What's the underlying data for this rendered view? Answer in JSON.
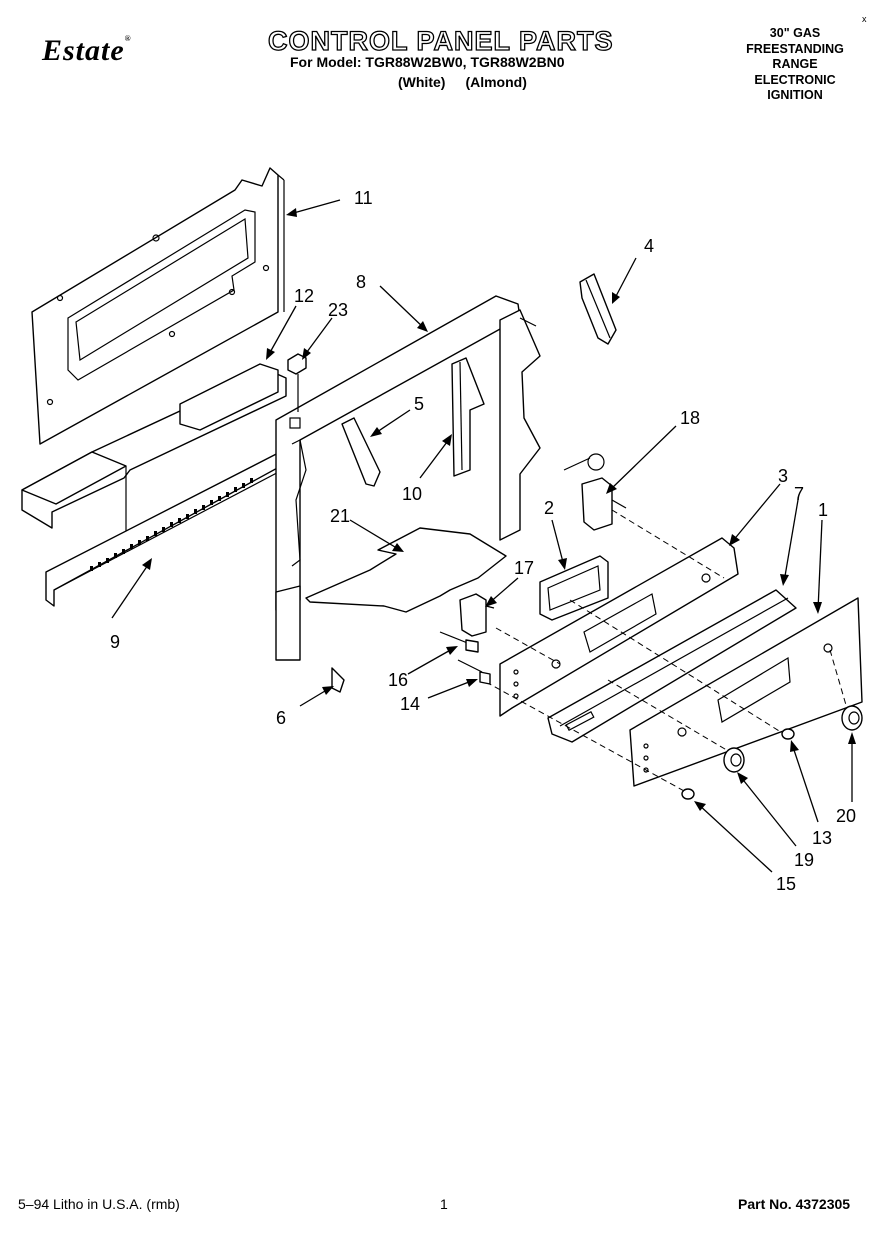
{
  "header": {
    "brand": "Estate",
    "brand_mark": "®",
    "title": "CONTROL PANEL PARTS",
    "models": "For Model: TGR88W2BW0, TGR88W2BN0",
    "color_white": "(White)",
    "color_almond": "(Almond)",
    "corner_mark": "x",
    "specs": [
      "30\" GAS",
      "FREESTANDING",
      "RANGE",
      "ELECTRONIC",
      "IGNITION"
    ]
  },
  "labels": {
    "l1": "1",
    "l2": "2",
    "l3": "3",
    "l4": "4",
    "l5": "5",
    "l6": "6",
    "l7": "7",
    "l8": "8",
    "l9": "9",
    "l10": "10",
    "l11": "11",
    "l12": "12",
    "l13": "13",
    "l14": "14",
    "l15": "15",
    "l16": "16",
    "l17": "17",
    "l18": "18",
    "l19": "19",
    "l20": "20",
    "l21": "21",
    "l23": "23"
  },
  "footer": {
    "left": "5–94 Litho in U.S.A. (rmb)",
    "page": "1",
    "part_no": "Part No. 4372305"
  }
}
